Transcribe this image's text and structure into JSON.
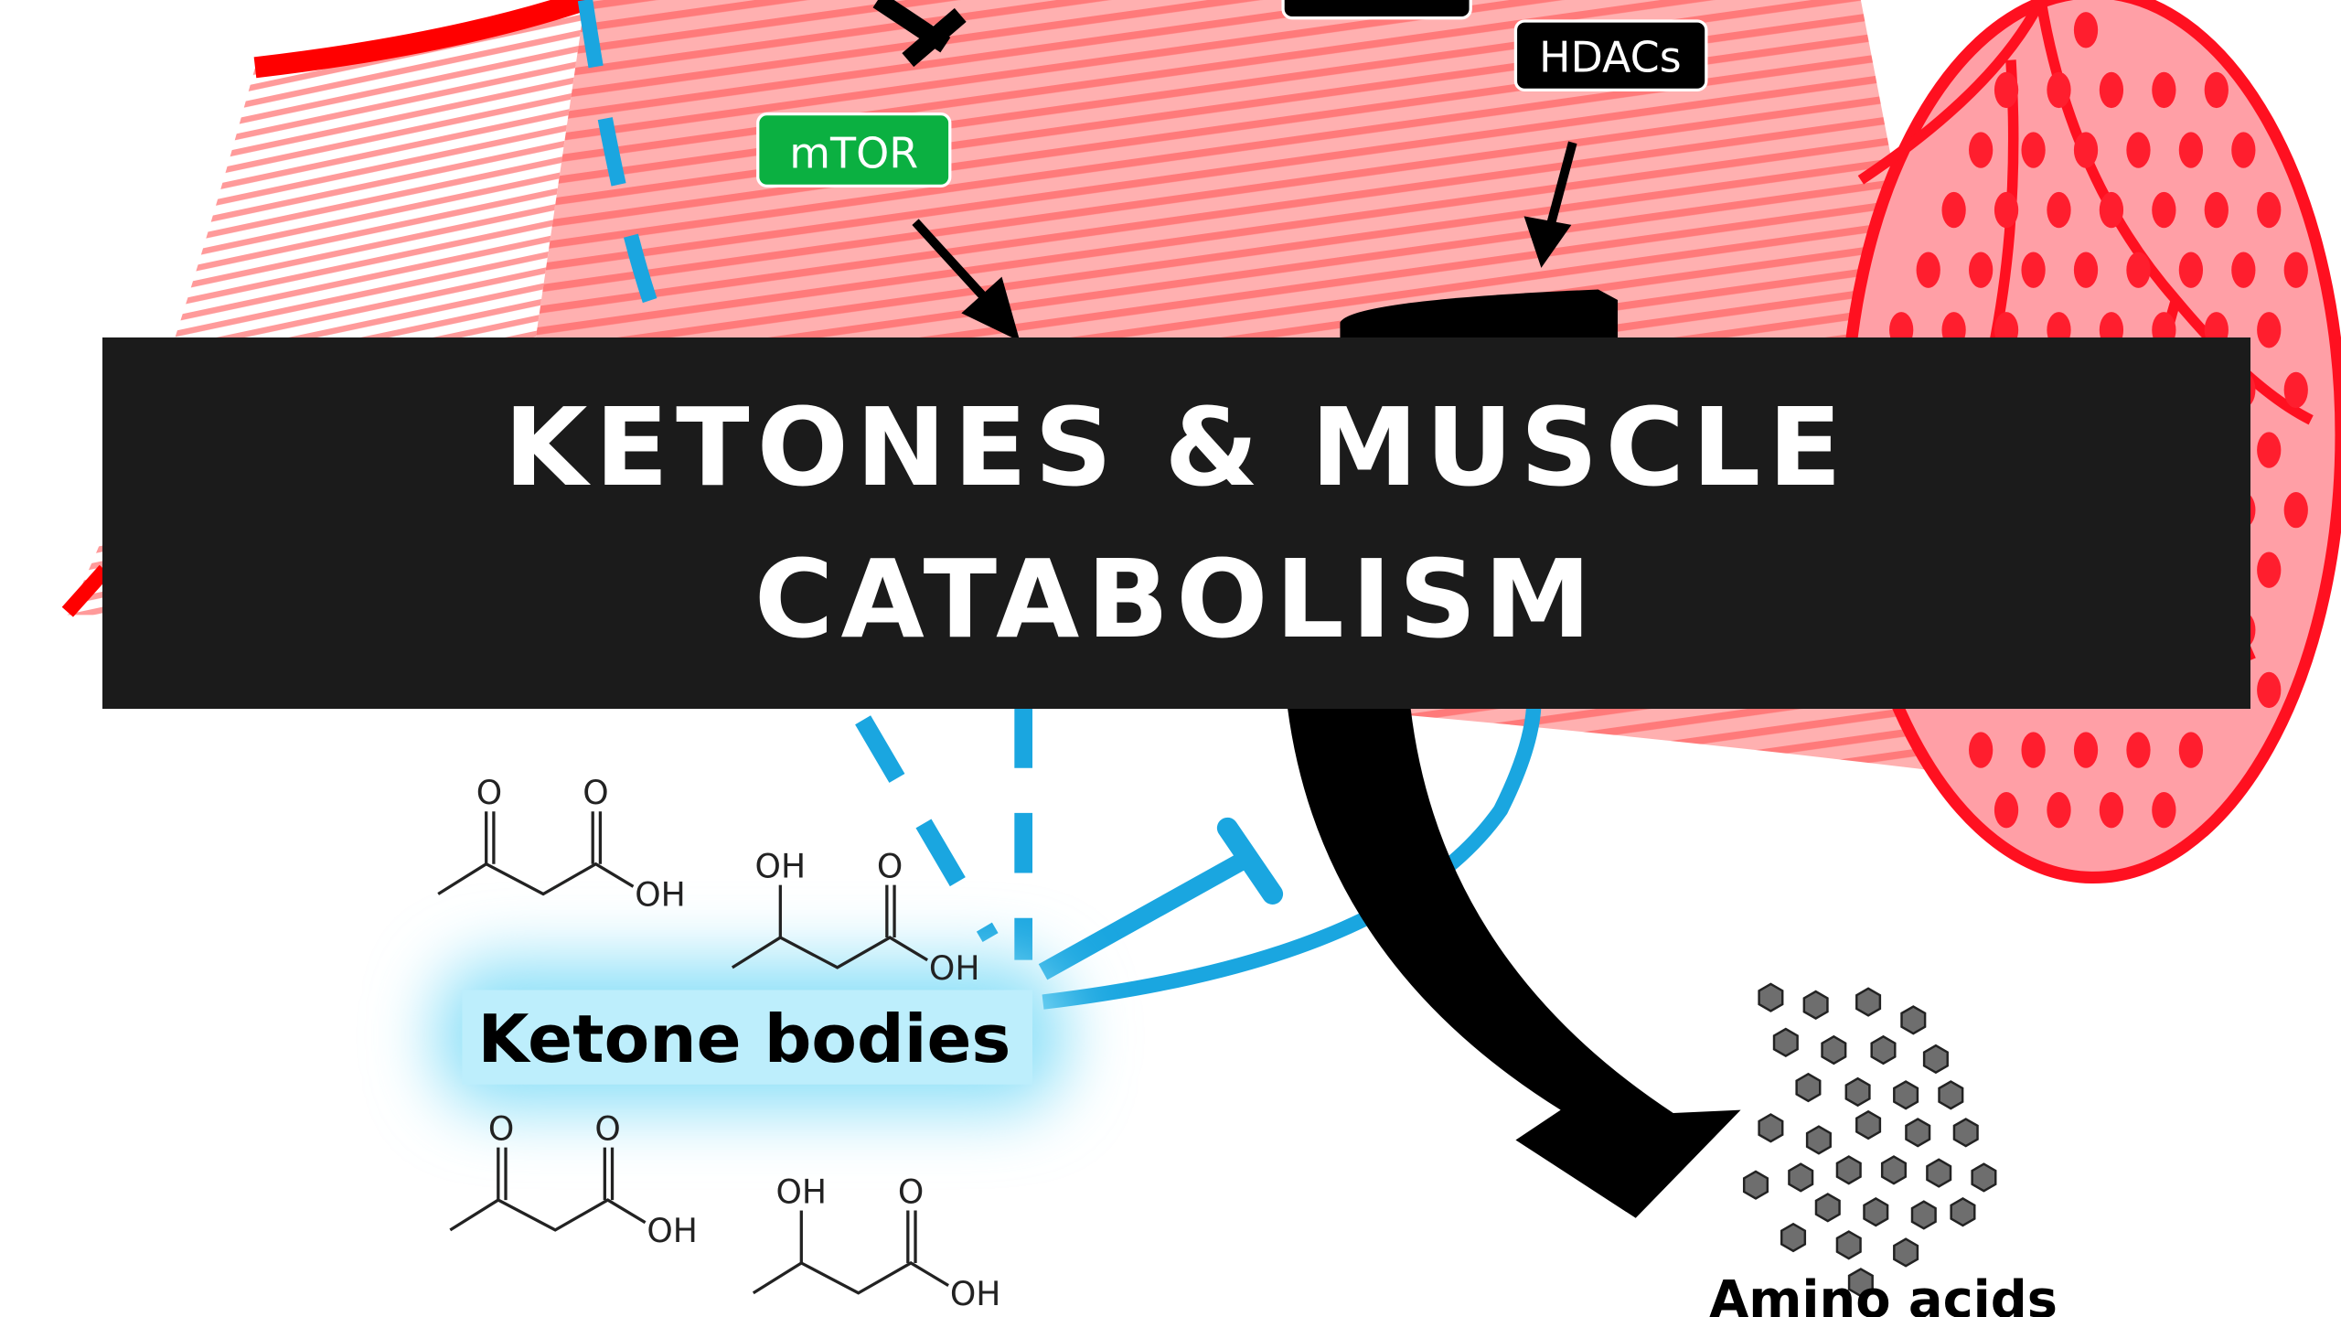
{
  "banner": {
    "line1": "KETONES & MUSCLE",
    "line2": "CATABOLISM",
    "background": "#1b1b1b",
    "text_color": "#ffffff"
  },
  "diagram": {
    "labels": {
      "mtor": "mTOR",
      "hdacs": "HDACs",
      "ketone_bodies": "Ketone bodies",
      "amino_acids": "Amino acids",
      "oh": "OH",
      "o": "O"
    },
    "colors": {
      "muscle": "#ff8080",
      "muscle_edge": "#ff0000",
      "mtor": "#0bb041",
      "inhibitor_line": "#1aa6e0",
      "ketone_box": "#bdeefc",
      "arrow": "#000000",
      "amino_acid": "#6e6e6e"
    }
  }
}
